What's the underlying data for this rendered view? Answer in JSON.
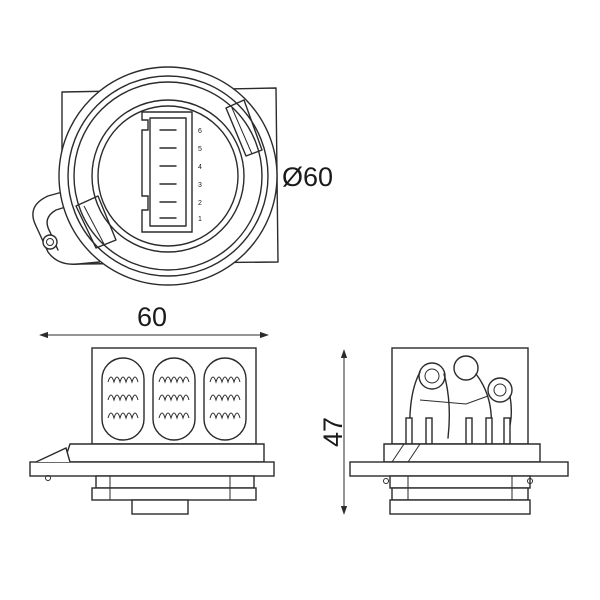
{
  "dimensions": {
    "diameter_label": "Ø60",
    "width_label": "60",
    "height_label": "47"
  },
  "connector": {
    "pin_numbers": [
      "6",
      "5",
      "4",
      "3",
      "2",
      "1"
    ]
  },
  "colors": {
    "line": "#2b2b2b",
    "background": "#ffffff"
  }
}
